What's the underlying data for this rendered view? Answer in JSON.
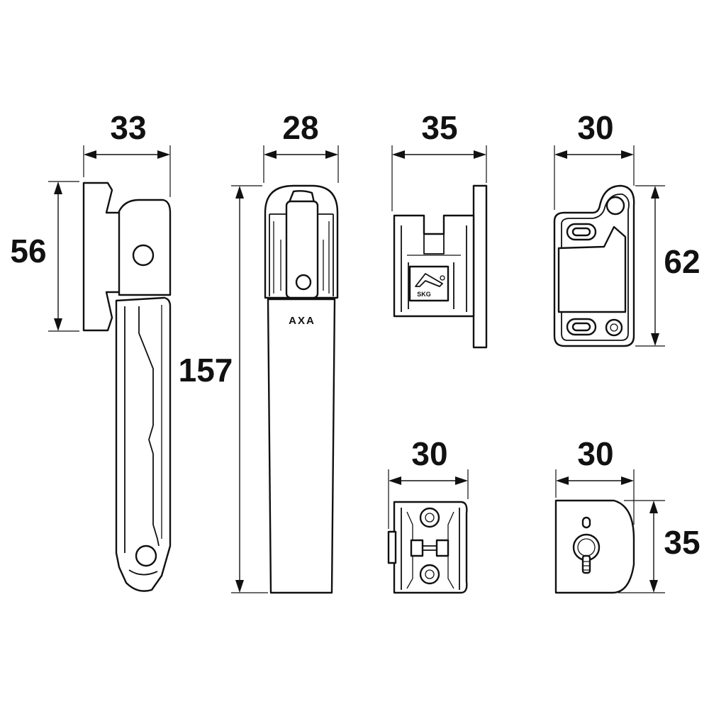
{
  "dimensions": {
    "handle_side_width": "33",
    "handle_side_height": "56",
    "handle_front_width": "28",
    "handle_front_height": "157",
    "keeper_side_width": "35",
    "keeper_front_width": "30",
    "keeper_front_height": "62",
    "plate_front_width": "30",
    "plate_lock_width": "30",
    "plate_lock_height": "35"
  },
  "labels": {
    "brand": "AXA",
    "certification": "SKG"
  },
  "colors": {
    "line": "#111111",
    "background": "#ffffff"
  }
}
